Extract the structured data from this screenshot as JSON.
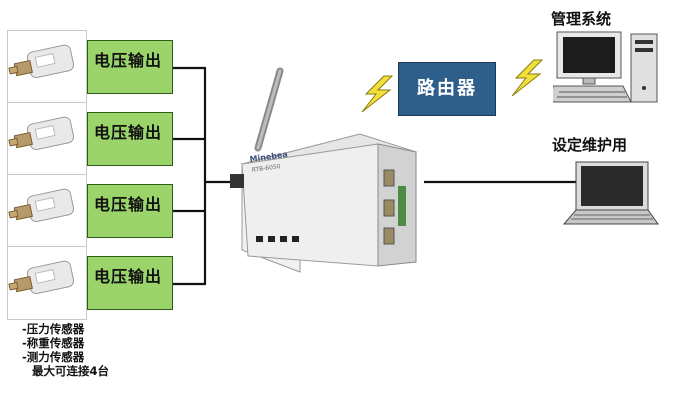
{
  "sensors": [
    {
      "output_label": "电压输出"
    },
    {
      "output_label": "电压输出"
    },
    {
      "output_label": "电压输出"
    },
    {
      "output_label": "电压输出"
    }
  ],
  "router": {
    "label": "路由器"
  },
  "management": {
    "label": "管理系统"
  },
  "maintenance": {
    "label": "设定维护用"
  },
  "notes": [
    "-压力传感器",
    "-称重传感器",
    "-测力传感器",
    "最大可连接4台"
  ],
  "device": {
    "brand": "Minebea",
    "model": "RTB-6050"
  },
  "colors": {
    "output_box": "#9bd46a",
    "router_box": "#2e5f8a",
    "lightning": "#f2e13a"
  }
}
